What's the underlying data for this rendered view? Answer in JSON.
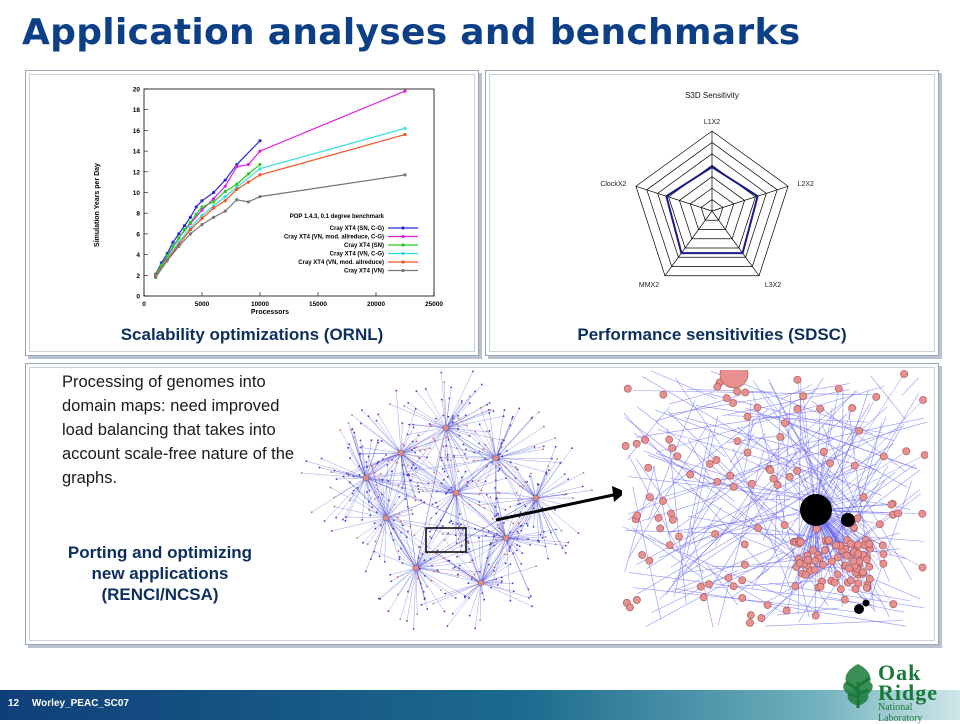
{
  "slide": {
    "title": "Application analyses and benchmarks",
    "footer": {
      "page": "12",
      "label": "Worley_PEAC_SC07"
    },
    "logo": {
      "line1": "Oak",
      "line2": "Ridge",
      "line3": "National Laboratory"
    }
  },
  "panels": {
    "scalability": {
      "caption": "Scalability optimizations (ORNL)"
    },
    "performance": {
      "caption": "Performance sensitivities (SDSC)"
    },
    "porting": {
      "body": "Processing of genomes into domain maps: need improved load balancing that takes into account scale-free nature of the graphs.",
      "caption": "Porting and optimizing new applications (RENCI/NCSA)"
    }
  },
  "chart_data": [
    {
      "type": "line",
      "title": "",
      "xlabel": "Processors",
      "ylabel": "Simulation Years per Day",
      "xlim": [
        0,
        25000
      ],
      "ylim": [
        0,
        20
      ],
      "xticks": [
        0,
        5000,
        10000,
        15000,
        20000,
        25000
      ],
      "yticks": [
        0,
        2,
        4,
        6,
        8,
        10,
        12,
        14,
        16,
        18,
        20
      ],
      "legend_title": "POP 1.4.3, 0.1 degree benchmark",
      "legend_position": "lower-right",
      "series": [
        {
          "name": "Cray XT4 (SN, C-G)",
          "color": "#2b2bd6",
          "x": [
            1000,
            1500,
            2000,
            2500,
            3000,
            3500,
            4000,
            4500,
            5000,
            6000,
            7000,
            8000,
            10000
          ],
          "y": [
            2.1,
            3.2,
            4.1,
            5.2,
            6.0,
            6.8,
            7.6,
            8.6,
            9.2,
            10.0,
            11.2,
            12.7,
            15.0
          ]
        },
        {
          "name": "Cray XT4 (VN, mod. allreduce, C-G)",
          "color": "#e020e0",
          "x": [
            1000,
            2000,
            3000,
            4000,
            5000,
            6000,
            7000,
            8000,
            9000,
            10000,
            22500
          ],
          "y": [
            2.0,
            3.8,
            5.6,
            7.0,
            8.3,
            9.4,
            10.6,
            12.5,
            12.7,
            14.0,
            19.8
          ]
        },
        {
          "name": "Cray XT4 (SN)",
          "color": "#22cc22",
          "x": [
            1000,
            1500,
            2000,
            2500,
            3000,
            3500,
            4000,
            4500,
            5000,
            6000,
            7000,
            8000,
            9000,
            10000
          ],
          "y": [
            2.0,
            3.0,
            3.9,
            4.8,
            5.6,
            6.4,
            7.1,
            7.9,
            8.6,
            9.1,
            10.1,
            10.8,
            11.8,
            12.7
          ]
        },
        {
          "name": "Cray XT4 (VN, C-G)",
          "color": "#33dddd",
          "x": [
            1000,
            2000,
            3000,
            4000,
            5000,
            6000,
            7000,
            8000,
            10000,
            22500
          ],
          "y": [
            1.8,
            3.6,
            5.2,
            6.6,
            7.8,
            8.7,
            9.6,
            10.5,
            12.3,
            16.2
          ]
        },
        {
          "name": "Cray XT4 (VN, mod. allreduce)",
          "color": "#ee5522",
          "x": [
            1000,
            2000,
            3000,
            4000,
            5000,
            6000,
            7000,
            8000,
            9000,
            10000,
            22500
          ],
          "y": [
            1.9,
            3.5,
            5.0,
            6.4,
            7.5,
            8.5,
            9.2,
            10.3,
            11.0,
            11.7,
            15.6
          ]
        },
        {
          "name": "Cray XT4 (VN)",
          "color": "#777777",
          "x": [
            1000,
            2000,
            3000,
            4000,
            5000,
            6000,
            7000,
            8000,
            9000,
            10000,
            22500
          ],
          "y": [
            1.8,
            3.4,
            4.8,
            6.0,
            6.9,
            7.6,
            8.2,
            9.3,
            9.1,
            9.6,
            11.7
          ]
        }
      ]
    },
    {
      "type": "radar",
      "title": "S3D Sensitivity",
      "axes": [
        "L1X2",
        "L2X2",
        "L3X2",
        "MMX2",
        "ClockX2"
      ],
      "rings": 7,
      "series": [
        {
          "name": "",
          "color": "#1a1a8a",
          "values": [
            0.55,
            0.6,
            0.65,
            0.65,
            0.6
          ]
        }
      ]
    }
  ]
}
